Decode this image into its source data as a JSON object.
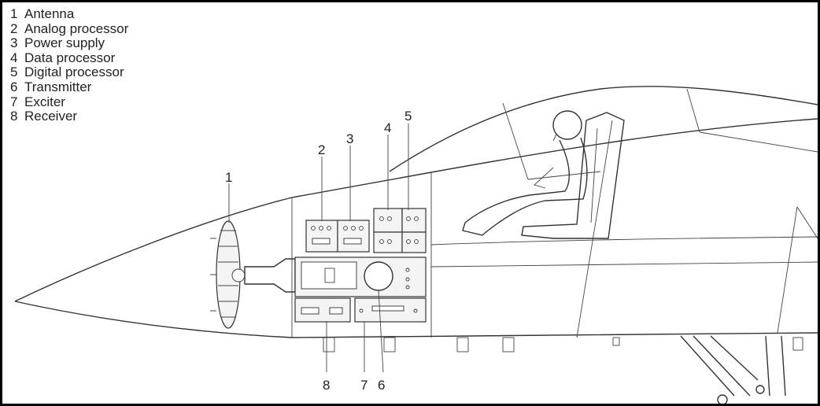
{
  "legend": [
    {
      "number": "1",
      "label": "Antenna"
    },
    {
      "number": "2",
      "label": "Analog processor"
    },
    {
      "number": "3",
      "label": "Power supply"
    },
    {
      "number": "4",
      "label": "Data processor"
    },
    {
      "number": "5",
      "label": "Digital processor"
    },
    {
      "number": "6",
      "label": "Transmitter"
    },
    {
      "number": "7",
      "label": "Exciter"
    },
    {
      "number": "8",
      "label": "Receiver"
    }
  ],
  "callouts": {
    "antenna": "1",
    "analog_processor": "2",
    "power_supply": "3",
    "data_processor": "4",
    "digital_processor": "5",
    "transmitter": "6",
    "exciter": "7",
    "receiver": "8"
  }
}
